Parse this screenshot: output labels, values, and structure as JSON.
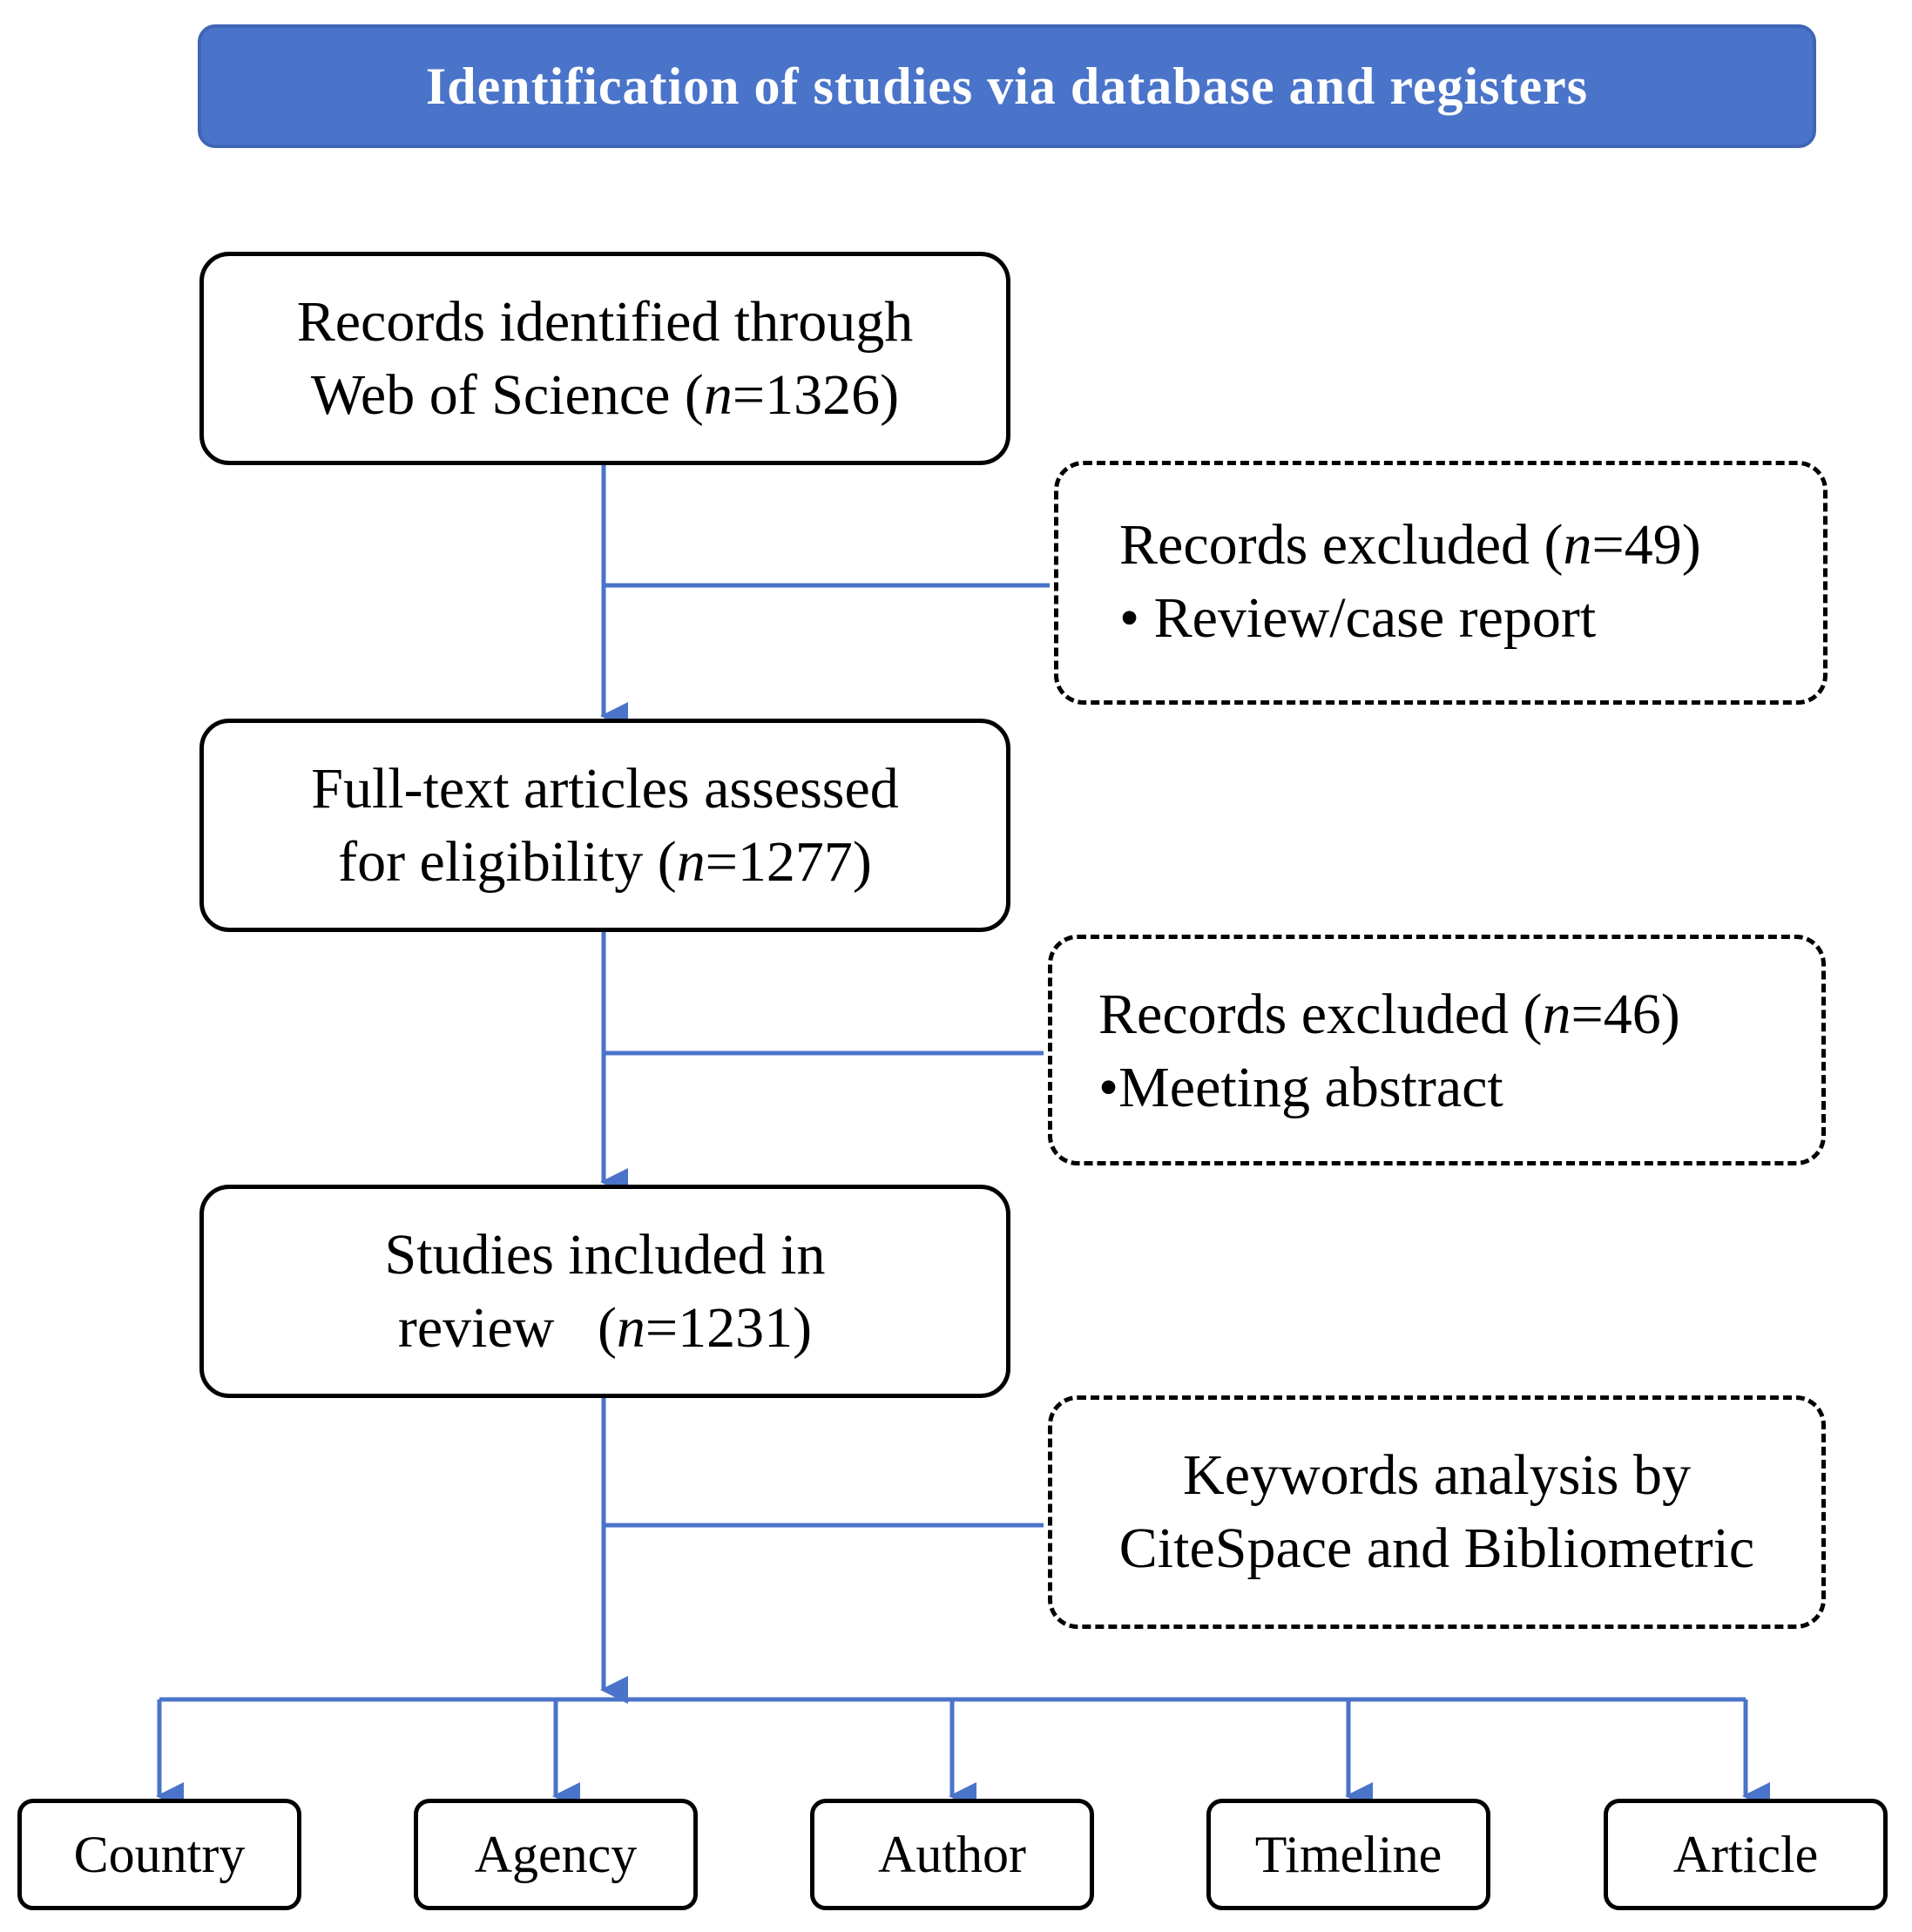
{
  "colors": {
    "accent": "#4a74c9",
    "connector": "#4a74c9",
    "border": "#000000"
  },
  "header": {
    "title": "Identification of studies via database and registers"
  },
  "records_box": {
    "line1": "Records identified through",
    "line2_prefix": "Web of Science (",
    "n_symbol": "n",
    "line2_value": "=1326)"
  },
  "exclusion_1": {
    "title_prefix": "Records excluded (",
    "n_symbol": "n",
    "title_value": "=49)",
    "item": "• Review/case report"
  },
  "fulltext_box": {
    "line1": "Full-text articles assessed",
    "line2_prefix": "for eligibility (",
    "n_symbol": "n",
    "line2_value": "=1277)"
  },
  "exclusion_2": {
    "title_prefix": "Records excluded (",
    "n_symbol": "n",
    "title_value": "=46)",
    "item": "•Meeting abstract"
  },
  "studies_box": {
    "line1": "Studies included in",
    "line2_prefix": "review   (",
    "n_symbol": "n",
    "line2_value": "=1231)"
  },
  "keywords_box": {
    "line1": "Keywords analysis by",
    "line2": "CiteSpace and Bibliometric"
  },
  "categories": [
    "Country",
    "Agency",
    "Author",
    "Timeline",
    "Article"
  ]
}
